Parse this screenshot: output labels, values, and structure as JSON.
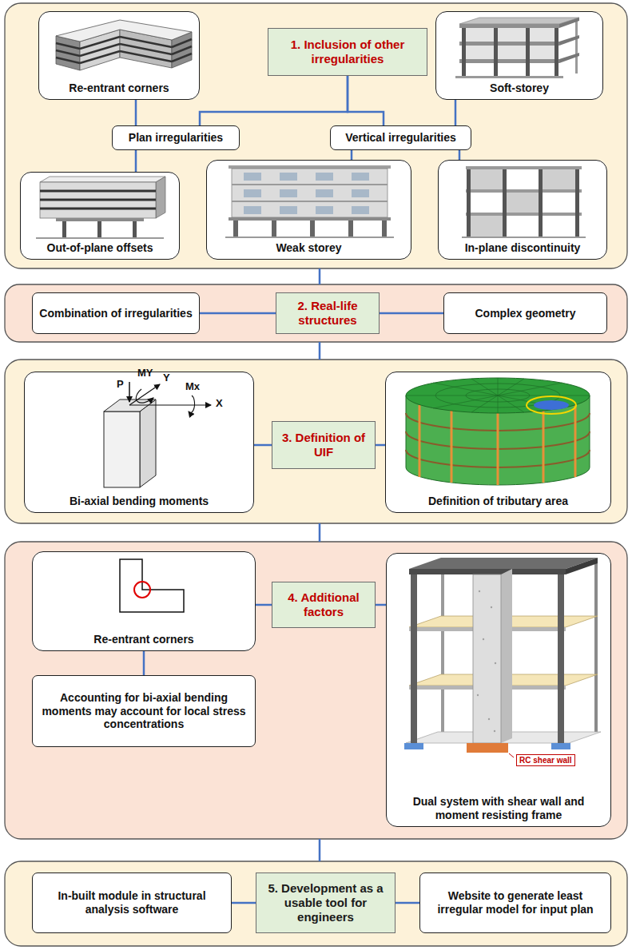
{
  "diagram": {
    "nodes": [
      {
        "text": [
          "Re-entrant corners"
        ]
      },
      {
        "text": [
          "1. Inclusion of other irregularities"
        ]
      },
      {
        "text": [
          "Soft-storey"
        ]
      },
      {
        "text": [
          "Plan irregularities"
        ]
      },
      {
        "text": [
          "Vertical irregularities"
        ]
      },
      {
        "text": [
          "Out-of-plane offsets"
        ]
      },
      {
        "text": [
          "Weak storey"
        ]
      },
      {
        "text": [
          "In-plane discontinuity"
        ]
      },
      {
        "text": [
          "Combination of irregularities"
        ]
      },
      {
        "text": [
          "2. Real-life structures"
        ]
      },
      {
        "text": [
          "Complex geometry"
        ]
      },
      {
        "text": [
          "Bi-axial bending moments"
        ]
      },
      {
        "text": [
          "3. Definition of UIF"
        ]
      },
      {
        "text": [
          "Definition of tributary area"
        ]
      },
      {
        "text": [
          "Re-entrant corners"
        ]
      },
      {
        "text": [
          "4. Additional factors"
        ]
      },
      {
        "text": [
          "Dual system with shear wall and moment resisting frame"
        ]
      },
      {
        "text": [
          "Accounting for bi-axial bending moments may account for local stress concentrations"
        ]
      },
      {
        "text": [
          "In-built module in structural analysis software"
        ]
      },
      {
        "text": [
          "5. Development as a usable tool for engineers"
        ]
      },
      {
        "text": [
          "Website to generate least irregular model for input plan"
        ]
      }
    ],
    "edges": [
      {
        "from": 1,
        "to": 3,
        "arrow": "none"
      },
      {
        "from": 1,
        "to": 4,
        "arrow": "none"
      },
      {
        "from": 3,
        "to": 0,
        "arrow": "none"
      },
      {
        "from": 3,
        "to": 5,
        "arrow": "none"
      },
      {
        "from": 4,
        "to": 2,
        "arrow": "none"
      },
      {
        "from": 4,
        "to": 6,
        "arrow": "none"
      },
      {
        "from": 4,
        "to": 7,
        "arrow": "none"
      },
      {
        "from": 8,
        "to": 9,
        "arrow": "none"
      },
      {
        "from": 9,
        "to": 10,
        "arrow": "none"
      },
      {
        "from": 11,
        "to": 12,
        "arrow": "none"
      },
      {
        "from": 12,
        "to": 13,
        "arrow": "none"
      },
      {
        "from": 14,
        "to": 15,
        "arrow": "none"
      },
      {
        "from": 15,
        "to": 16,
        "arrow": "none"
      },
      {
        "from": 14,
        "to": 17,
        "arrow": "none"
      },
      {
        "from": 18,
        "to": 19,
        "arrow": "none"
      },
      {
        "from": 19,
        "to": 20,
        "arrow": "none"
      }
    ],
    "labels": [
      "P",
      "MY",
      "Y",
      "Mx",
      "X",
      "RC shear wall"
    ]
  }
}
